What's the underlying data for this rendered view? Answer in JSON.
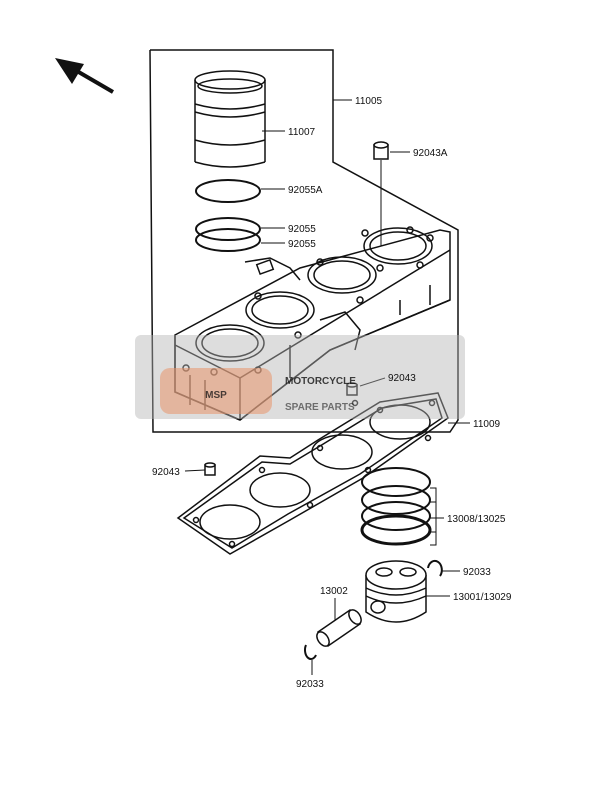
{
  "labels": {
    "cylinder_block": "11005",
    "cylinder_liner": "11007",
    "dowel_pin_a": "92043A",
    "oring_a": "92055A",
    "oring_b1": "92055",
    "oring_b2": "92055",
    "dowel_pin_right": "92043",
    "head_gasket": "11009",
    "dowel_pin_left": "92043",
    "piston_rings": "13008/13025",
    "circlip_right": "92033",
    "piston": "13001/13029",
    "piston_pin": "13002",
    "circlip_bottom": "92033"
  },
  "watermark": {
    "badge": "MSP",
    "line1": "MOTORCYCLE",
    "line2": "SPARE PARTS"
  },
  "colors": {
    "line": "#111111",
    "watermark_bg": "#b4b4b4",
    "watermark_badge": "#e8936a"
  }
}
